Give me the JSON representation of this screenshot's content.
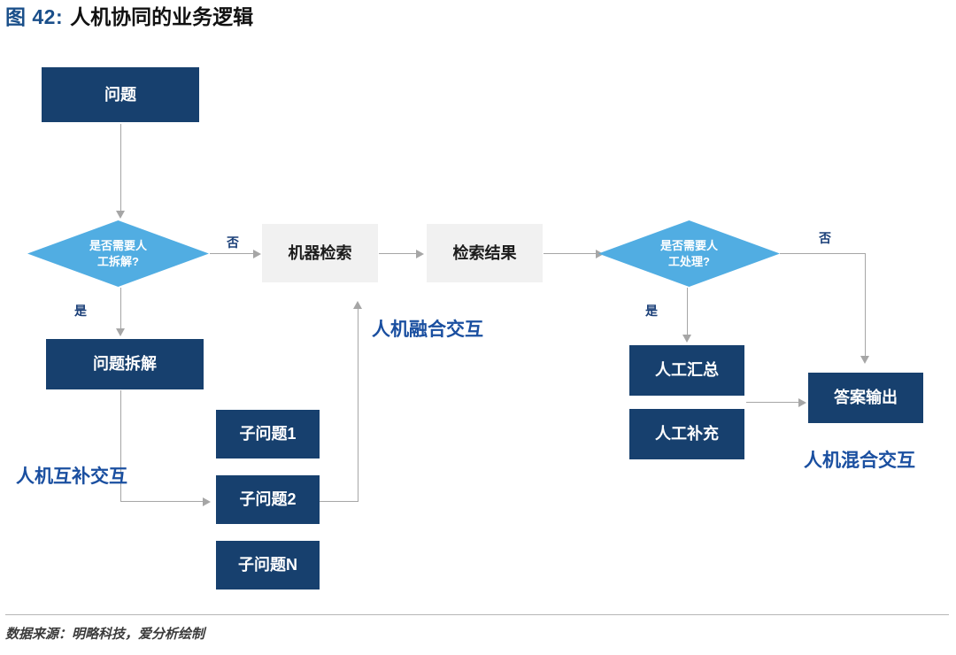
{
  "title": {
    "prefix": "图 42:",
    "text": "人机协同的业务逻辑"
  },
  "footer": {
    "source": "数据来源：明略科技，爱分析绘制"
  },
  "colors": {
    "navy": "#17406e",
    "light_blue": "#51ade2",
    "gray_box": "#f1f1f1",
    "connector": "#a6a6a6",
    "annotation_blue": "#1a4fa0",
    "title_blue": "#1a4f8a"
  },
  "nodes": {
    "question": "问题",
    "decision_split": "是否需要人\n工拆解?",
    "decision_split_line1": "是否需要人",
    "decision_split_line2": "工拆解?",
    "machine_retrieval": "机器检索",
    "retrieval_result": "检索结果",
    "decision_manual": "是否需要人\n工处理?",
    "decision_manual_line1": "是否需要人",
    "decision_manual_line2": "工处理?",
    "question_split": "问题拆解",
    "sub_question_1": "子问题1",
    "sub_question_2": "子问题2",
    "sub_question_n": "子问题N",
    "manual_summary": "人工汇总",
    "manual_supplement": "人工补充",
    "answer_output": "答案输出"
  },
  "edge_labels": {
    "split_no": "否",
    "split_yes": "是",
    "manual_no": "否",
    "manual_yes": "是"
  },
  "annotations": {
    "fusion": "人机融合交互",
    "complement": "人机互补交互",
    "hybrid": "人机混合交互"
  }
}
